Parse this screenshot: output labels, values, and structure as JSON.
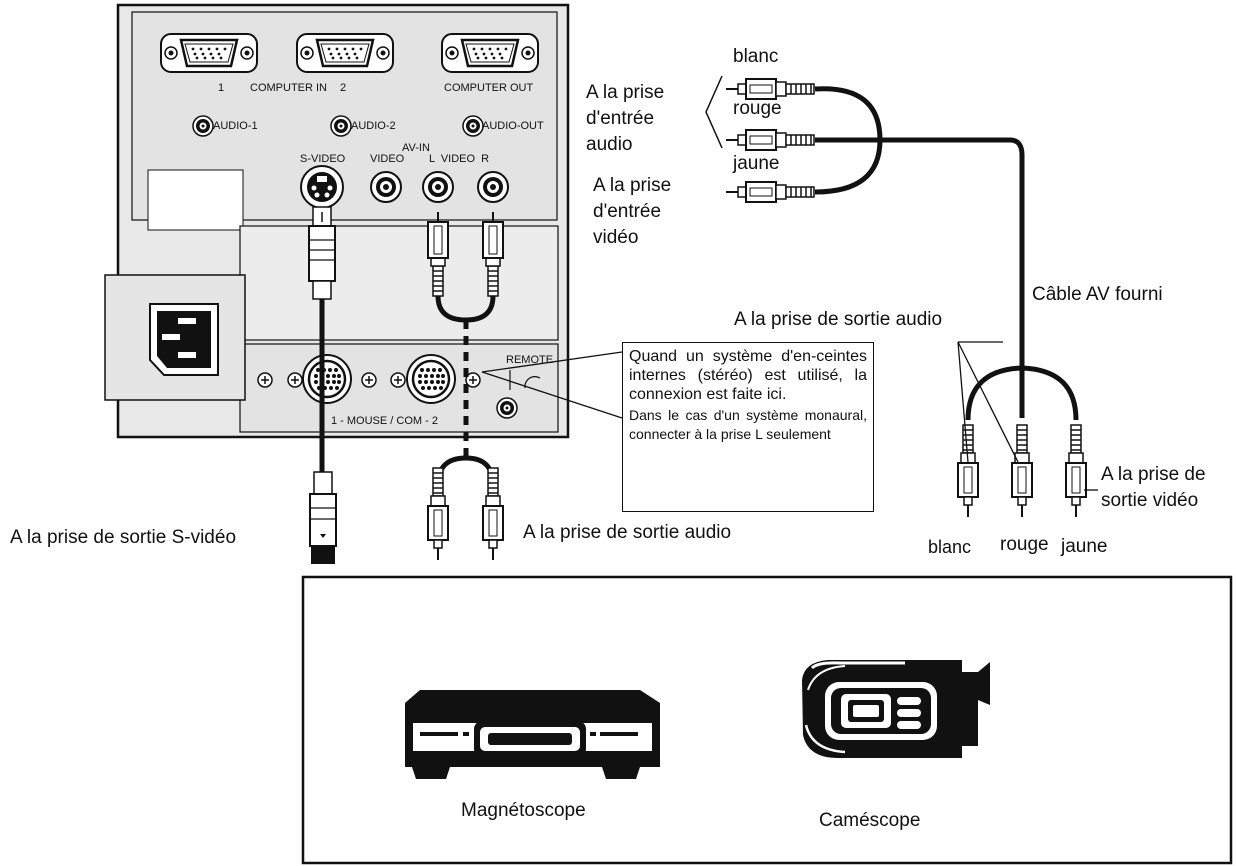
{
  "panel": {
    "computer_in_1": "1",
    "computer_in_label": "COMPUTER IN",
    "computer_in_2": "2",
    "computer_out_label": "COMPUTER OUT",
    "audio_1": "AUDIO-1",
    "audio_2": "AUDIO-2",
    "audio_out": "AUDIO-OUT",
    "av_in": "AV-IN",
    "s_video": "S-VIDEO",
    "video": "VIDEO",
    "l_video_r": "L  VIDEO  R",
    "remote": "REMOTE",
    "mouse_com": "1 - MOUSE / COM - 2"
  },
  "labels": {
    "audio_input": "A la prise\nd'entrée\naudio",
    "video_input": "A la prise\nd'entrée\nvidéo",
    "blanc_top": "blanc",
    "rouge_top": "rouge",
    "jaune_top": "jaune",
    "cable": "Câble AV fourni",
    "audio_output_right": "A la prise de sortie audio",
    "video_output": "A la prise de\nsortie vidéo",
    "blanc_bottom": "blanc",
    "rouge_bottom": "rouge",
    "jaune_bottom": "jaune",
    "svideo_output": "A la prise de sortie S-vidéo",
    "audio_output_center": "A la prise de sortie audio"
  },
  "note": {
    "main": "Quand un système d'en-ceintes internes (stéréo) est utilisé, la connexion est faite ici.",
    "sub": "Dans le cas d'un système monaural, connecter à la prise L seulement"
  },
  "devices": {
    "vcr": "Magnétoscope",
    "camcorder": "Caméscope"
  },
  "icons": [
    "vga-port-icon",
    "audio-jack-icon",
    "s-video-jack-icon",
    "rca-plug-icon",
    "power-socket-icon",
    "vcr-icon",
    "camcorder-icon"
  ]
}
